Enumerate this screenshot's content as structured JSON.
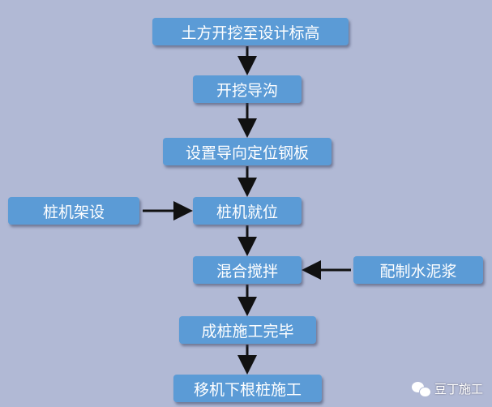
{
  "steps": [
    "土方开挖至设计标高",
    "开挖导沟",
    "设置导向定位钢板",
    "桩机就位",
    "混合搅拌",
    "成桩施工完毕",
    "移机下根桩施工"
  ],
  "side_inputs": {
    "left": "桩机架设",
    "right": "配制水泥浆"
  },
  "watermark": "豆丁施工",
  "colors": {
    "background": "#b1b9d5",
    "box": "#5b9bd6",
    "arrow": "#111111"
  }
}
